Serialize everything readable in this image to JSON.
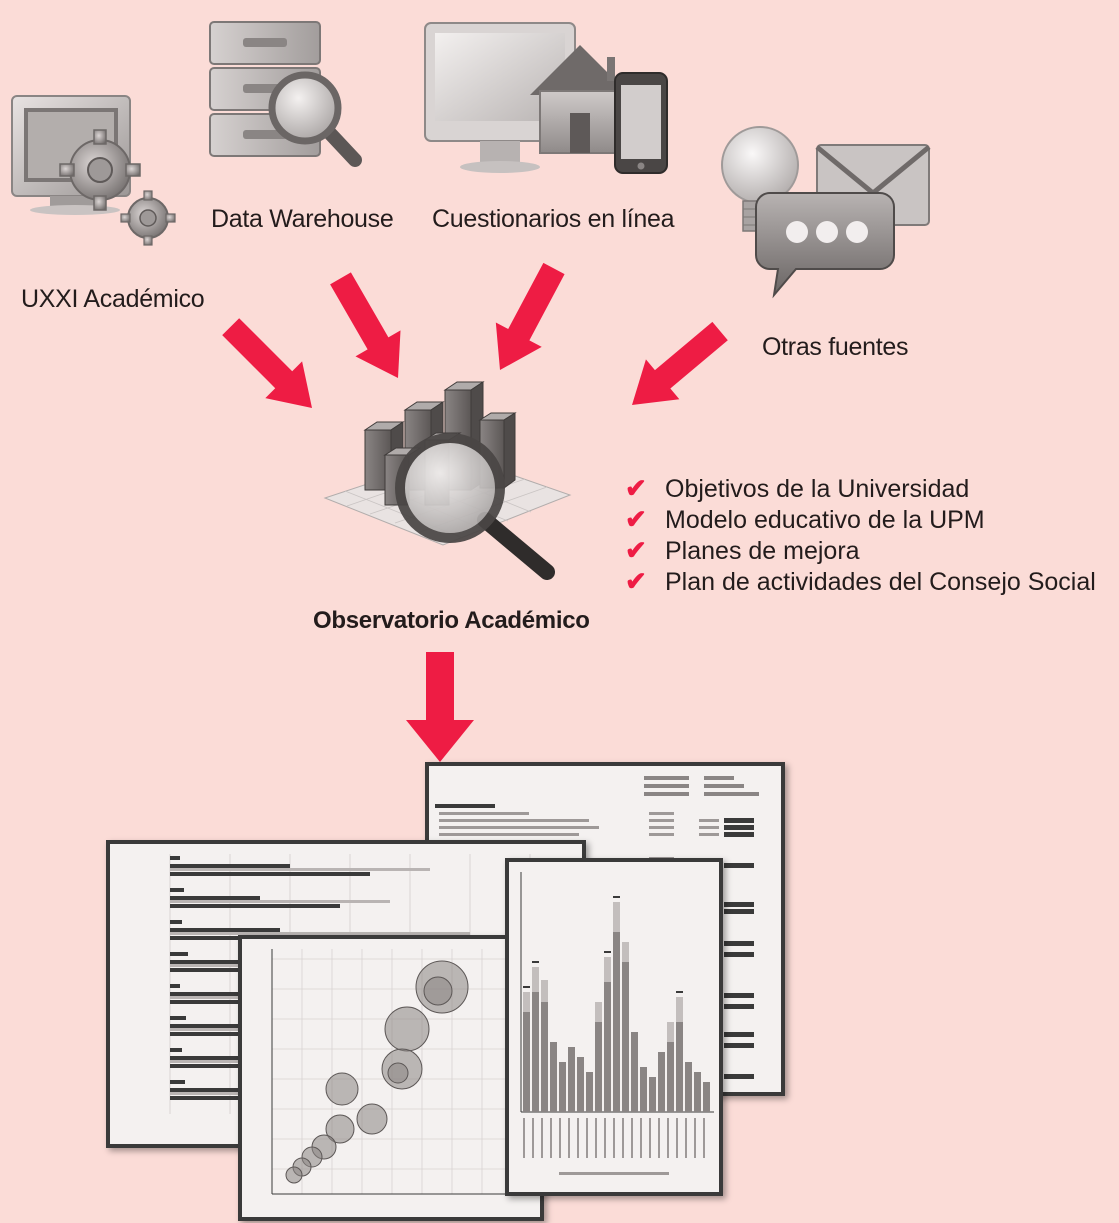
{
  "sources": {
    "uxxi": "UXXI Académico",
    "data_warehouse": "Data Warehouse",
    "cuestionarios": "Cuestionarios en línea",
    "otras": "Otras fuentes"
  },
  "center_label": "Observatorio Académico",
  "checklist": [
    "Objetivos de la Universidad",
    "Modelo educativo de la UPM",
    "Planes de mejora",
    "Plan de actividades del Consejo Social"
  ],
  "colors": {
    "arrow": "#ee1c44",
    "background": "#fbdcd7"
  },
  "icons": {
    "uxxi": "monitor-gears-icon",
    "data_warehouse": "file-cabinet-magnifier-icon",
    "cuestionarios": "computer-house-phone-icon",
    "otras": "bulb-chat-mail-icon",
    "center": "3d-bar-chart-magnifier-icon"
  }
}
